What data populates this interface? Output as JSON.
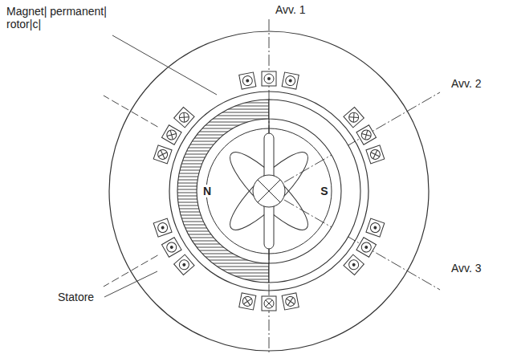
{
  "diagram": {
    "labels": [
      "Magnet| permanent| rotor|c|",
      "Avv. 1",
      "Avv. 2",
      "Avv. 3",
      "N",
      "S",
      "Statore"
    ]
  }
}
